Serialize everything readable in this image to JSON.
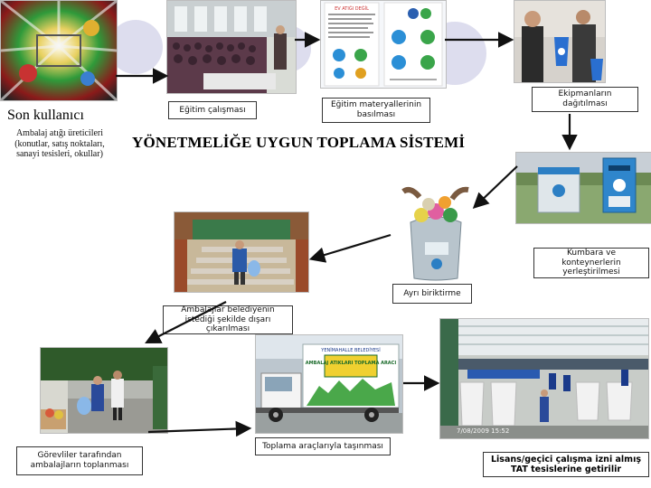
{
  "flow": {
    "son_kullanici_title": "Son kullanıcı",
    "son_kullanici_sub": "Ambalaj atığı üreticileri (konutlar, satış noktaları, sanayi tesisleri, okullar)",
    "main_title": "YÖNETMELİĞE UYGUN TOPLAMA SİSTEMİ",
    "steps": {
      "egitim_calismasi": "Eğitim çalışması",
      "egitim_materyalleri": "Eğitim materyallerinin basılması",
      "ekipmanlarin_dagitilmasi": "Ekipmanların dağıtılması",
      "kumbara": "Kumbara ve konteynerlerin yerleştirilmesi",
      "ayri_biriktirme": "Ayrı biriktirme",
      "disari_cikarilmasi": "Ambalajlar belediyenin istediği şekilde dışarı çıkarılması",
      "gorevliler": "Görevliler tarafından ambalajların toplanması",
      "toplama_araclari": "Toplama araçlarıyla taşınması",
      "lisans": "Lisans/geçici çalışma izni almış TAT tesislerine getirilir"
    }
  },
  "photos": {
    "truck_text_1": "YENİMAHALLE BELEDİYESİ",
    "truck_text_2": "AMBALAJ ATIKLARI TOPLAMA ARACI",
    "facility_timestamp": "7/08/2009 15:52",
    "brochure_header": "EV ATIĞI DEĞİL"
  },
  "colors": {
    "arrow": "#111111",
    "label_border": "#333333",
    "deco_circle": "#d9d9ec"
  }
}
